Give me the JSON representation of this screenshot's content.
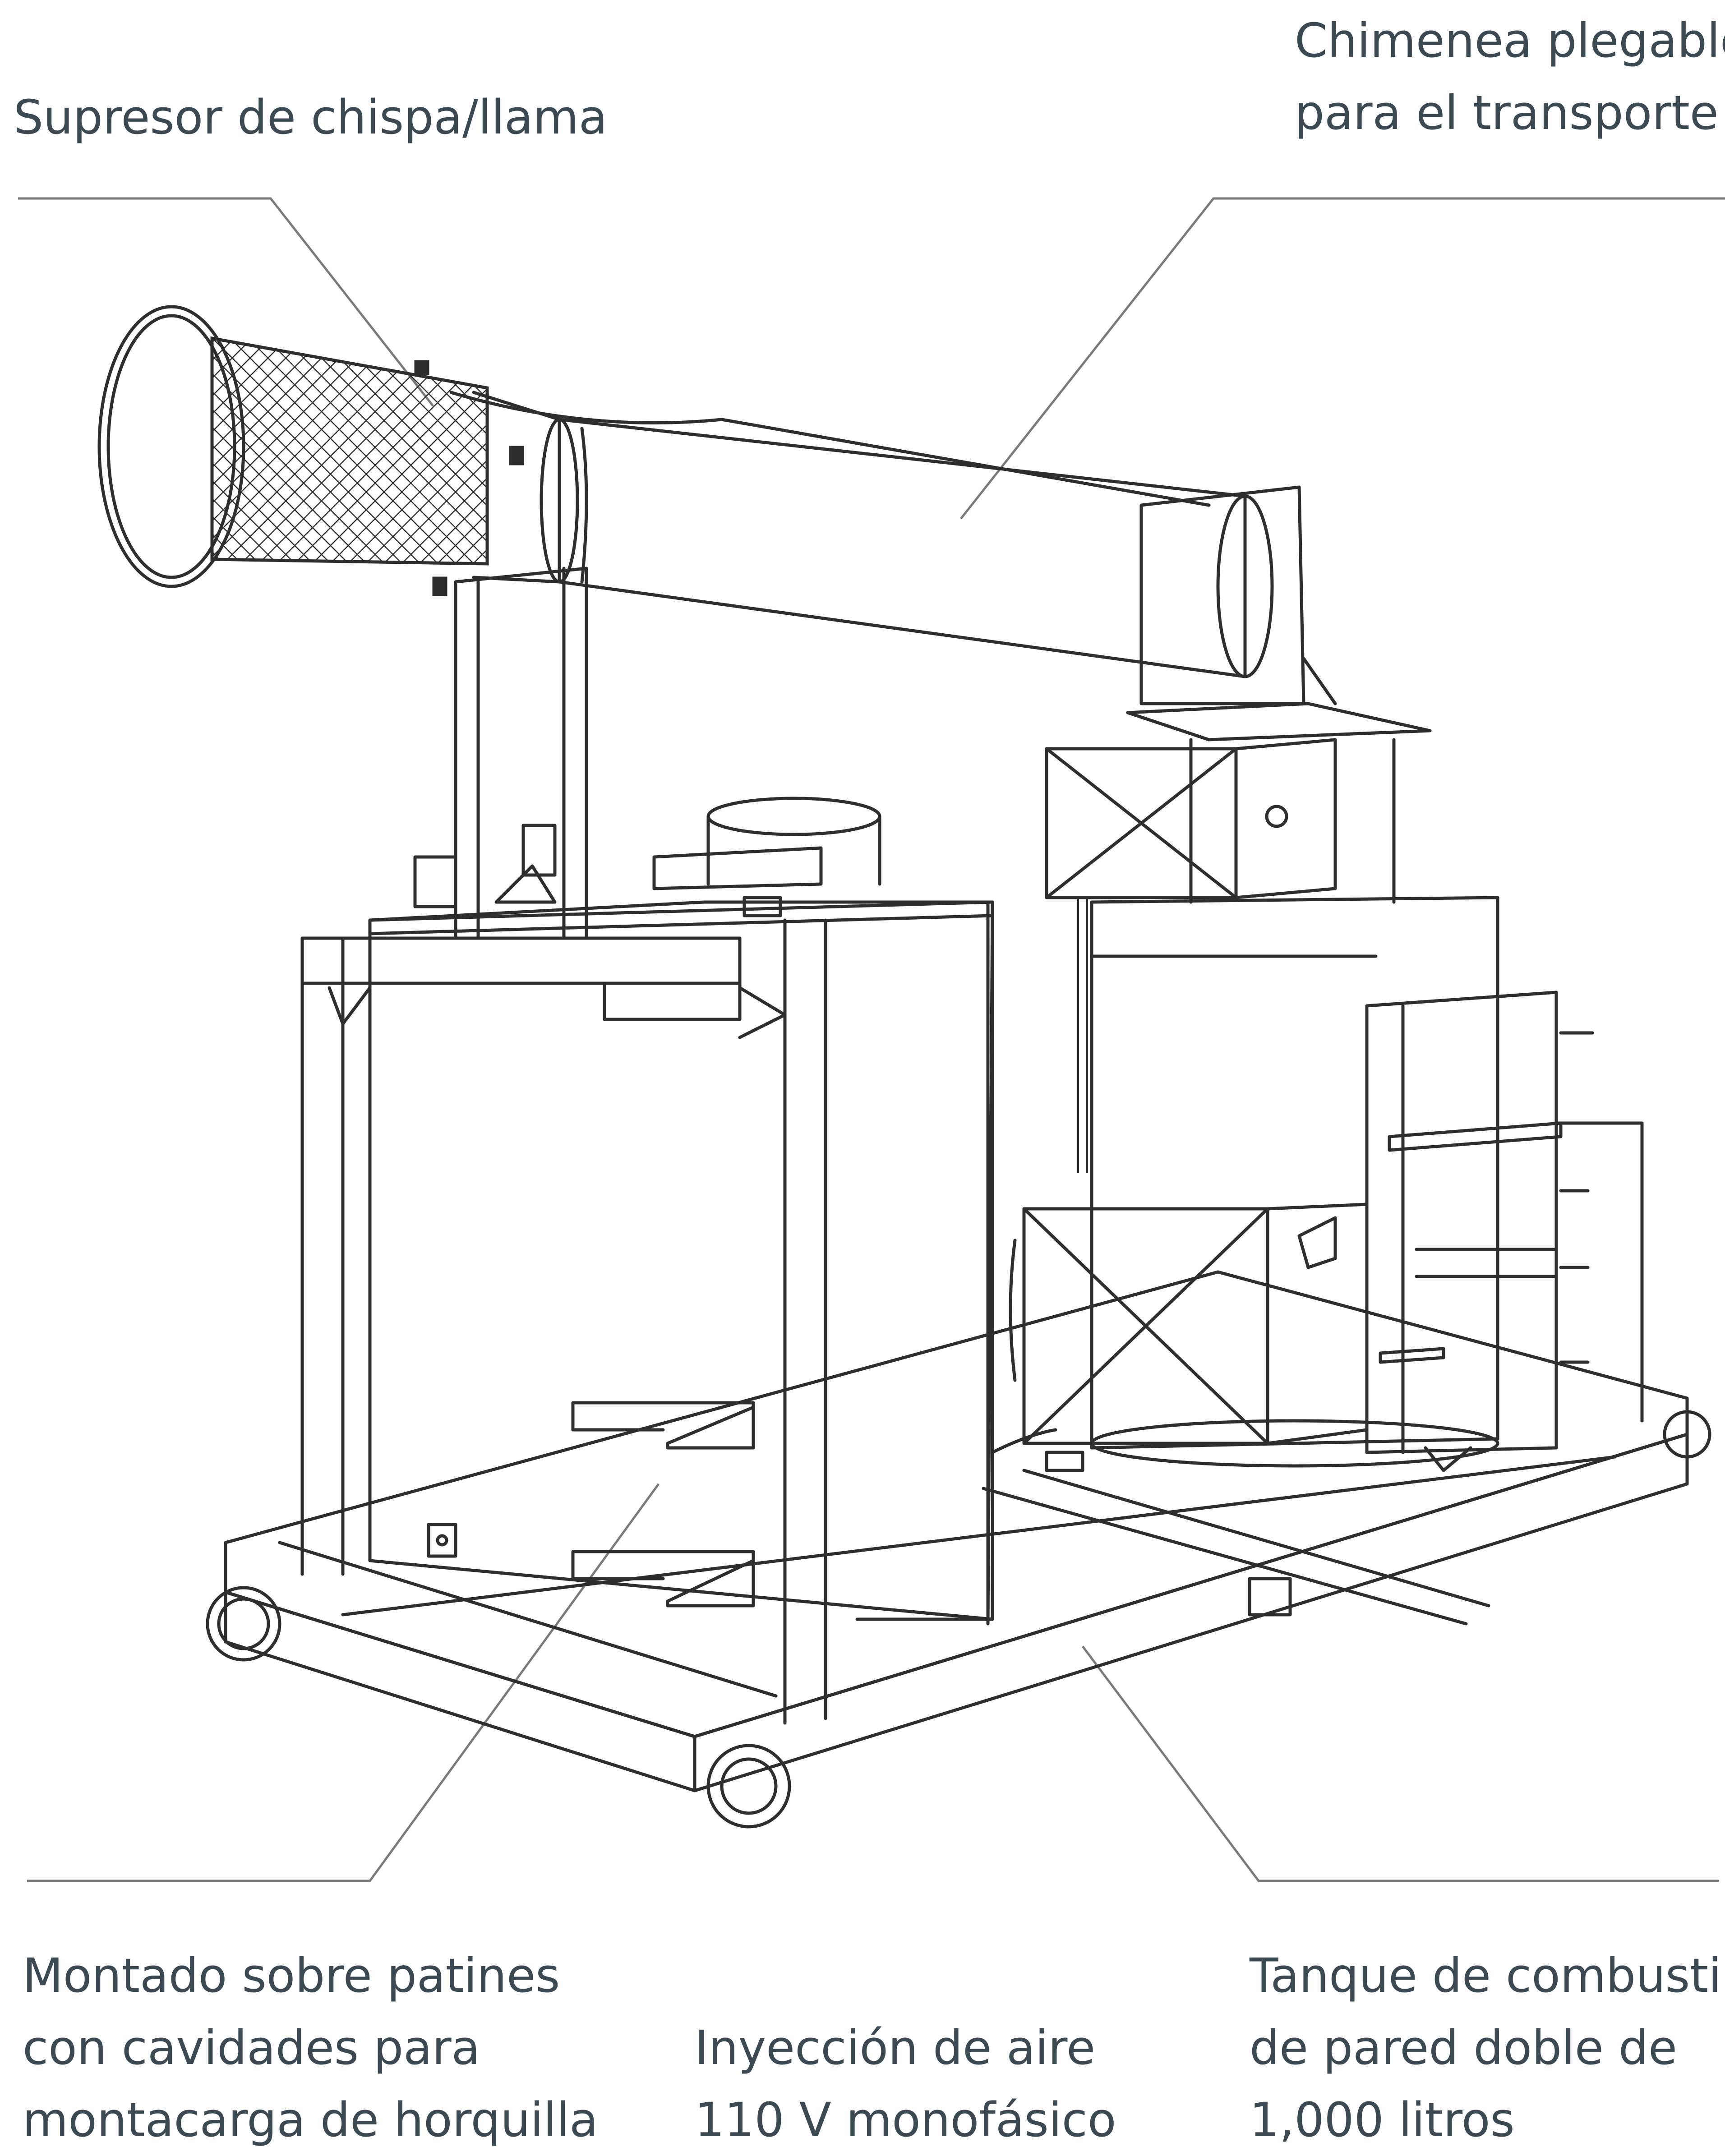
{
  "labels": {
    "supresor": [
      "Supresor de chispa/llama"
    ],
    "chimenea": [
      "Chimenea plegable",
      "para el transporte"
    ],
    "montado": [
      "Montado sobre patines",
      "con cavidades para",
      "montacarga de horquilla"
    ],
    "inyeccion": [
      "Inyección de aire",
      "110 V monofásico"
    ],
    "tanque": [
      "Tanque de combustible",
      "de pared doble de",
      "1,000 litros"
    ]
  },
  "colors": {
    "text": "#3b4a52",
    "ink": "#2e2e2e",
    "leader": "#7a7a7a",
    "background": "#ffffff"
  }
}
